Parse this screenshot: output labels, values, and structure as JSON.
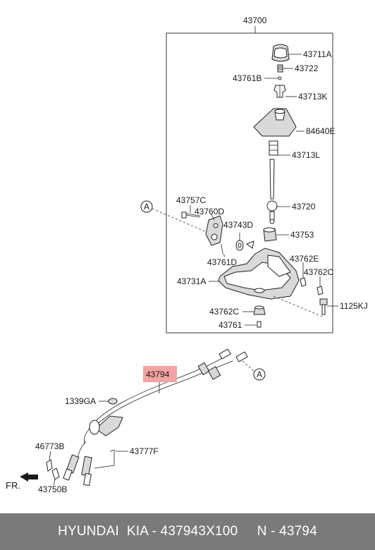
{
  "diagram": {
    "assembly_label": "43700",
    "parts": {
      "p43711A": "43711A",
      "p43722": "43722",
      "p43761B": "43761B",
      "p43713K": "43713K",
      "p84640E": "84640E",
      "p43713L": "43713L",
      "p43720": "43720",
      "p43757C": "43757C",
      "p43760D": "43760D",
      "p43743D": "43743D",
      "p43753": "43753",
      "p43761D": "43761D",
      "p43762E": "43762E",
      "p43731A": "43731A",
      "p43762C_right": "43762C",
      "p43762C_bottom": "43762C",
      "p43761": "43761",
      "p1125KJ": "1125KJ",
      "p43794": "43794",
      "p1339GA": "1339GA",
      "p46773B": "46773B",
      "p43777F": "43777F",
      "p43750B": "43750B"
    },
    "callout_a_top": "A",
    "callout_a_bottom": "A",
    "front_label": "FR.",
    "highlight_color": "#f3a3a3"
  },
  "footer": {
    "text": "HYUNDAI  KIA - 437943X100     N - 43794"
  }
}
